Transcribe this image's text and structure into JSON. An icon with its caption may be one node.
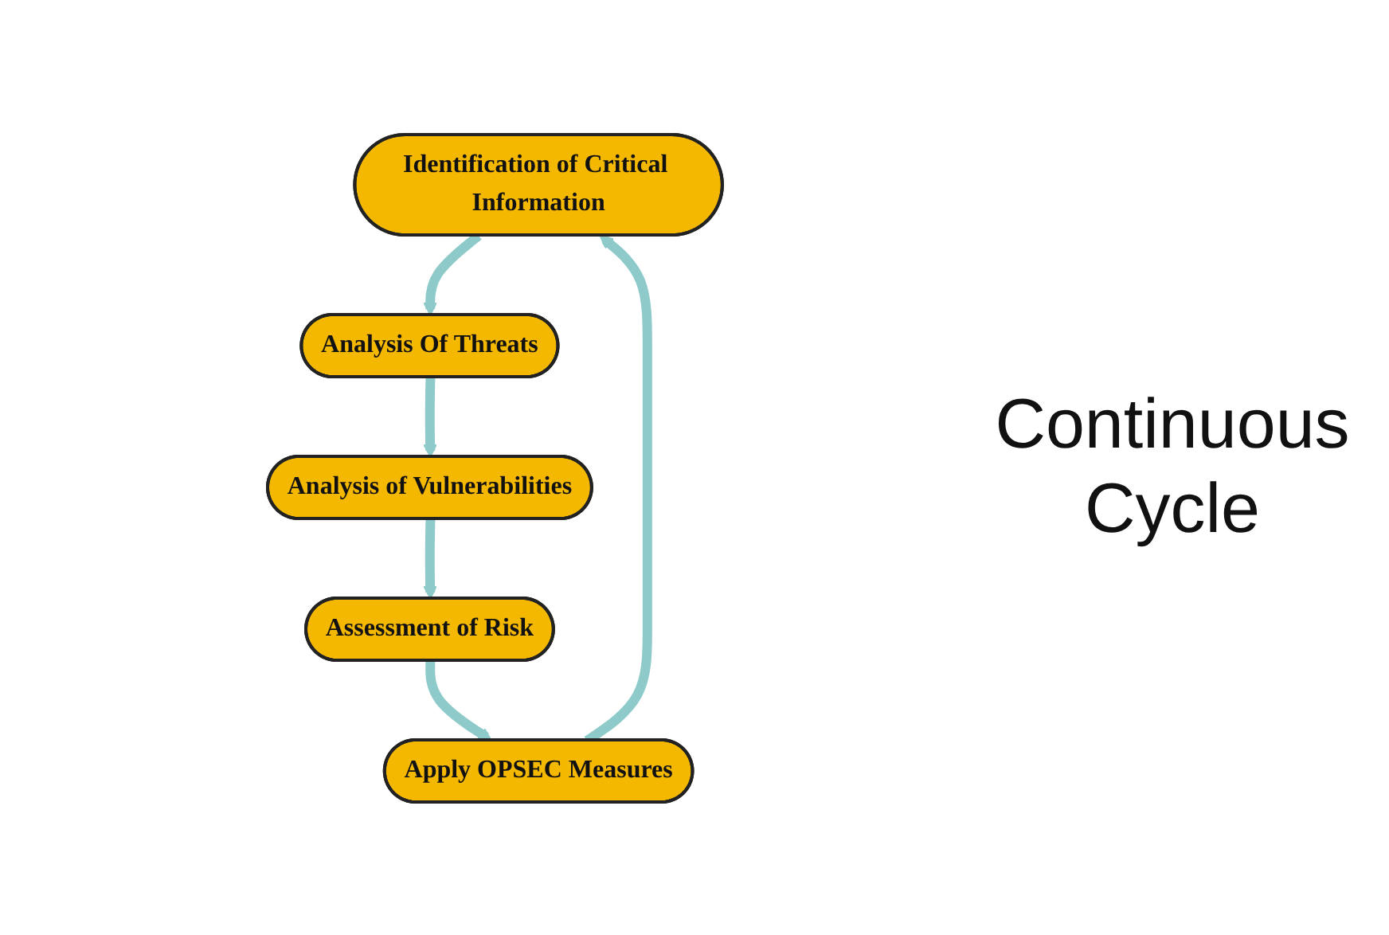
{
  "diagram": {
    "nodes": [
      {
        "text": [
          "Identification of Critical Information"
        ]
      },
      {
        "text": [
          "Analysis Of Threats"
        ]
      },
      {
        "text": [
          "Analysis of Vulnerabilities"
        ]
      },
      {
        "text": [
          "Assessment of Risk"
        ]
      },
      {
        "text": [
          "Apply OPSEC Measures"
        ]
      }
    ],
    "edges": [
      {
        "from": 0,
        "to": 1,
        "arrow": "to"
      },
      {
        "from": 1,
        "to": 2,
        "arrow": "to"
      },
      {
        "from": 2,
        "to": 3,
        "arrow": "to"
      },
      {
        "from": 3,
        "to": 4,
        "arrow": "to"
      },
      {
        "from": 4,
        "to": 0,
        "arrow": "to"
      }
    ],
    "labels": [
      "Continuous Cycle"
    ]
  }
}
